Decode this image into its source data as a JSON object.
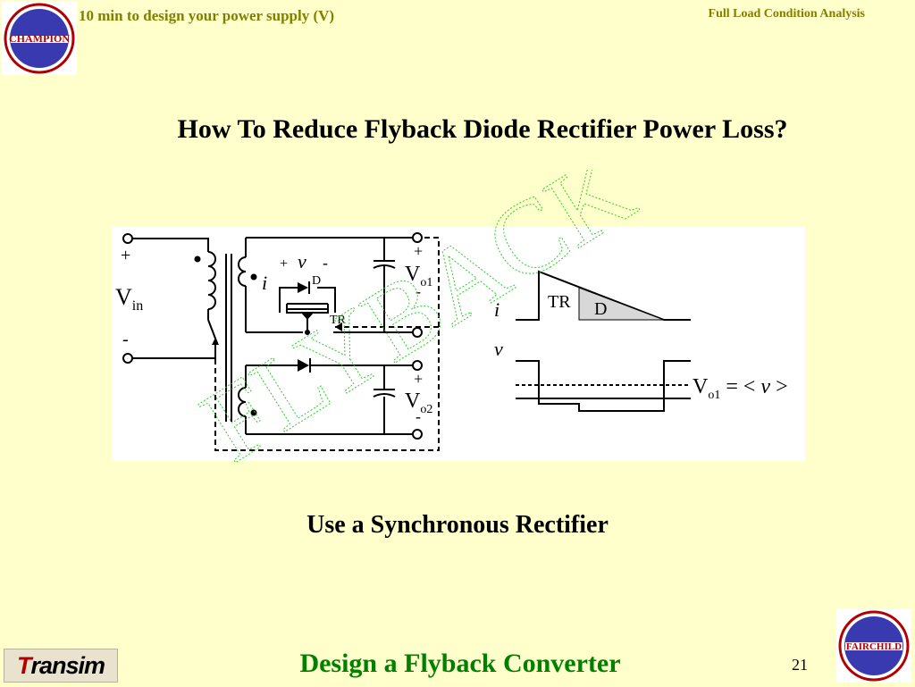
{
  "header": {
    "left_title": "10 min to design your power supply (V)",
    "right_title": "Full Load Condition Analysis",
    "logo_left_text": "CHAMPION",
    "logo_right_text": "FAIRCHILD"
  },
  "slide": {
    "heading": "How To Reduce Flyback Diode Rectifier Power Loss?",
    "subheading": "Use a  Synchronous Rectifier",
    "watermark": "FLYBACK"
  },
  "diagram": {
    "plus": "+",
    "minus": "-",
    "vin": "V",
    "vin_sub": "in",
    "i": "i",
    "v": "v",
    "d": "D",
    "tr": "TR",
    "vo1": "V",
    "vo1_sub": "o1",
    "vo2": "V",
    "vo2_sub": "o2",
    "wave_i": "i",
    "wave_v": "v",
    "wave_tr": "TR",
    "wave_d": "D",
    "eq_v": "V",
    "eq_sub": "o1",
    "eq_rest": " = < ",
    "eq_var": "v",
    "eq_close": " >"
  },
  "footer": {
    "logo_text": "Transim",
    "logo_first": "T",
    "logo_rest": "ransim",
    "title": "Design a Flyback Converter",
    "page_number": "21"
  }
}
